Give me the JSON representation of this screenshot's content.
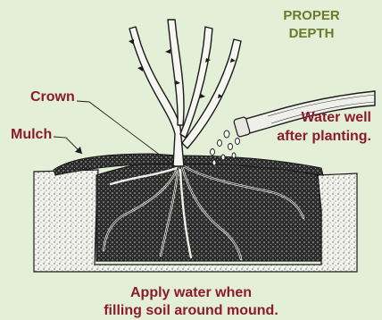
{
  "labels": {
    "proper_depth": [
      "PROPER",
      "DEPTH"
    ],
    "crown": "Crown",
    "mulch": "Mulch",
    "water_well": [
      "Water well",
      "after planting."
    ],
    "apply_water": [
      "Apply water when",
      "filling soil around mound."
    ]
  },
  "colors": {
    "background": "#e3efd7",
    "label_red": "#8c1a2e",
    "label_green": "#6b7a2c",
    "ink": "#1a1a1a",
    "soil_light": "#f2f2ec"
  }
}
